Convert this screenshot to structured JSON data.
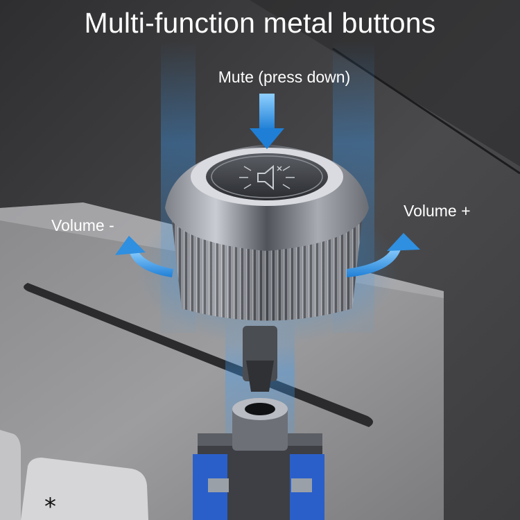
{
  "title": "Multi-function metal buttons",
  "labels": {
    "mute": "Mute (press down)",
    "volume_minus": "Volume -",
    "volume_plus": "Volume +"
  },
  "keycap_symbol": "*",
  "colors": {
    "background": "#3a3a3c",
    "accent_blue": "#2f8fe0",
    "text": "#ffffff"
  }
}
